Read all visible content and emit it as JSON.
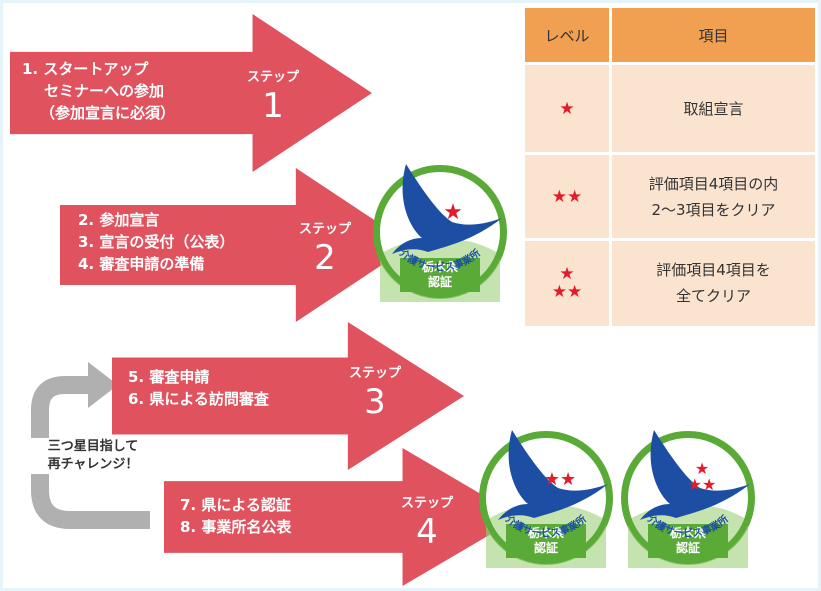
{
  "steps": [
    {
      "lines": [
        "1. スタートアップ",
        "セミナーへの参加",
        "（参加宣言に必須）"
      ],
      "step_label": "ステップ",
      "step_number": "1"
    },
    {
      "lines": [
        "2. 参加宣言",
        "3. 宣言の受付（公表）",
        "4. 審査申請の準備"
      ],
      "step_label": "ステップ",
      "step_number": "2"
    },
    {
      "lines": [
        "5. 審査申請",
        "6. 県による訪問審査"
      ],
      "step_label": "ステップ",
      "step_number": "3"
    },
    {
      "lines": [
        "7. 県による認証",
        "8. 事業所名公表"
      ],
      "step_label": "ステップ",
      "step_number": "4"
    }
  ],
  "cycle": {
    "line1": "三つ星目指して",
    "line2": "再チャレンジ！"
  },
  "table": {
    "header_level": "レベル",
    "header_item": "項目",
    "rows": [
      {
        "stars": 1,
        "item_line1": "取組宣言",
        "item_line2": ""
      },
      {
        "stars": 2,
        "item_line1": "評価項目4項目の内",
        "item_line2": "2～3項目をクリア"
      },
      {
        "stars": 3,
        "item_line1": "評価項目4項目を",
        "item_line2": "全てクリア"
      }
    ]
  },
  "badge": {
    "prefecture": "栃木県",
    "certified": "認証",
    "arc": "介護サービス事業所"
  },
  "colors": {
    "arrow": "#e0525e",
    "header": "#f0a050",
    "row": "#fbe4cf",
    "star": "#e51b2b",
    "badge_ring": "#5aaa38",
    "bird": "#1c4fa3",
    "cycle_arrow": "#b0b0b0"
  }
}
